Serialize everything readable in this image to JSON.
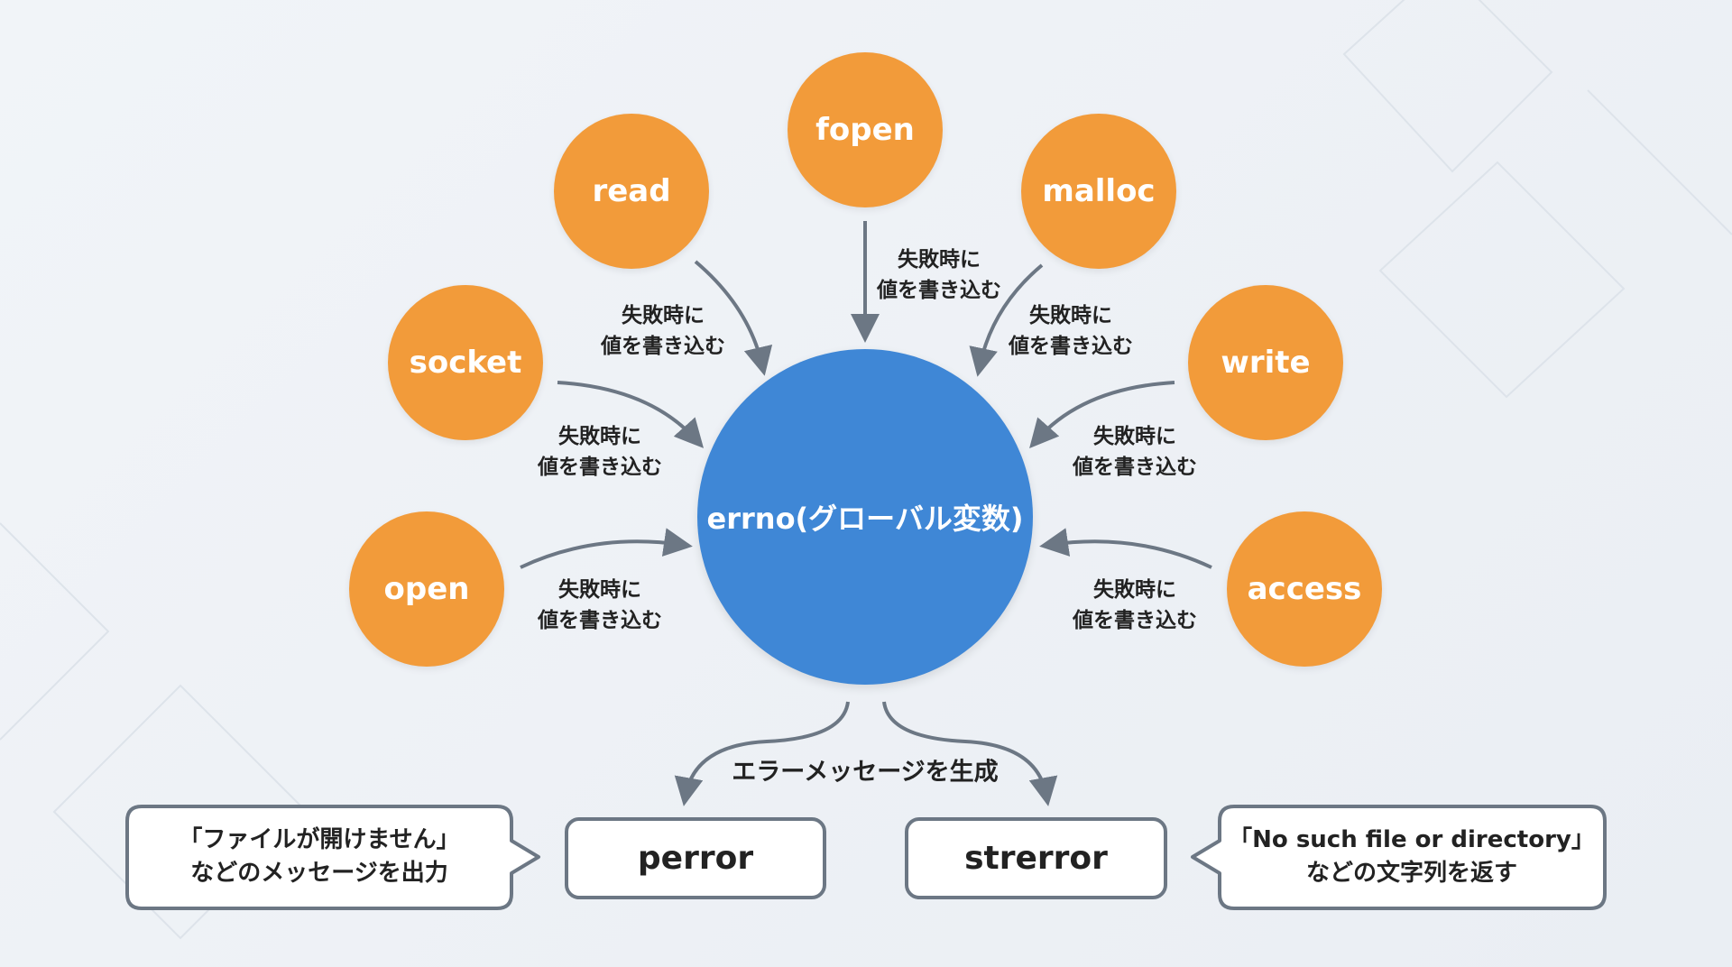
{
  "center": {
    "label": "errno(グローバル変数)"
  },
  "functions": [
    {
      "name": "fopen",
      "note": [
        "失敗時に",
        "値を書き込む"
      ]
    },
    {
      "name": "read",
      "note": [
        "失敗時に",
        "値を書き込む"
      ]
    },
    {
      "name": "malloc",
      "note": [
        "失敗時に",
        "値を書き込む"
      ]
    },
    {
      "name": "socket",
      "note": [
        "失敗時に",
        "値を書き込む"
      ]
    },
    {
      "name": "write",
      "note": [
        "失敗時に",
        "値を書き込む"
      ]
    },
    {
      "name": "open",
      "note": [
        "失敗時に",
        "値を書き込む"
      ]
    },
    {
      "name": "access",
      "note": [
        "失敗時に",
        "値を書き込む"
      ]
    }
  ],
  "generate_label": "エラーメッセージを生成",
  "outputs": {
    "perror": {
      "label": "perror",
      "callout": [
        "「ファイルが開けません」",
        "などのメッセージを出力"
      ]
    },
    "strerror": {
      "label": "strerror",
      "callout": [
        "「No such file or directory」",
        "などの文字列を返す"
      ]
    }
  },
  "colors": {
    "function": "#f29b3a",
    "center": "#3f87d6",
    "stroke": "#6c7784"
  }
}
